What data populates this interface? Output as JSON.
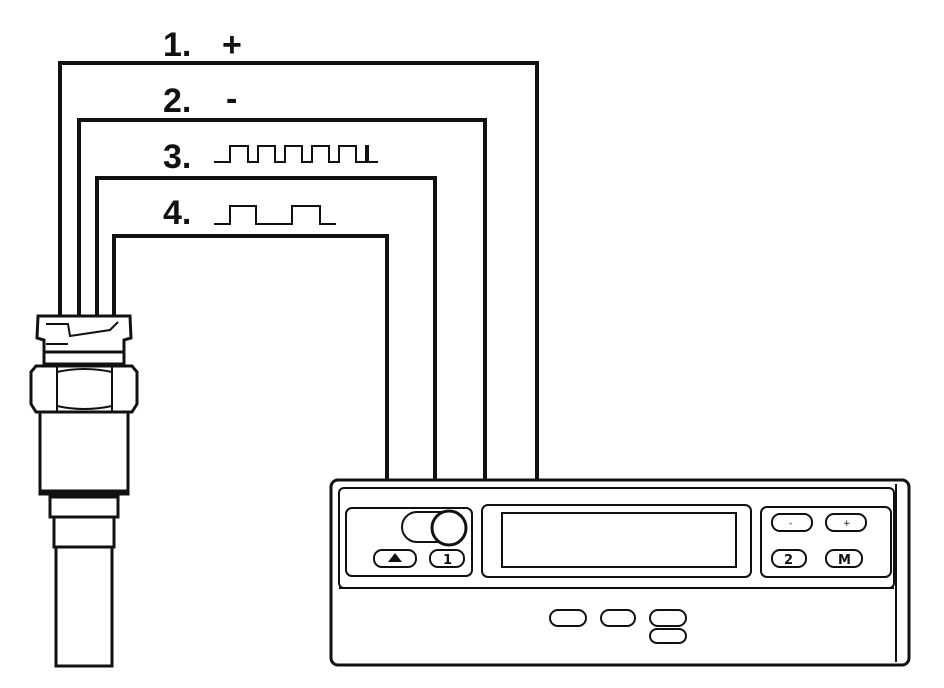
{
  "wires": [
    {
      "number": "1.",
      "signal": "+",
      "signal_type": "text"
    },
    {
      "number": "2.",
      "signal": "-",
      "signal_type": "text"
    },
    {
      "number": "3.",
      "signal": "",
      "signal_type": "pulse-fast"
    },
    {
      "number": "4.",
      "signal": "",
      "signal_type": "pulse-slow"
    }
  ],
  "tachograph": {
    "eject_icon": "eject-icon",
    "buttons": {
      "driver1": "1",
      "minus": "-",
      "plus": "+",
      "driver2": "2",
      "menu": "M"
    }
  },
  "colors": {
    "line": "#111111",
    "background": "#ffffff"
  }
}
